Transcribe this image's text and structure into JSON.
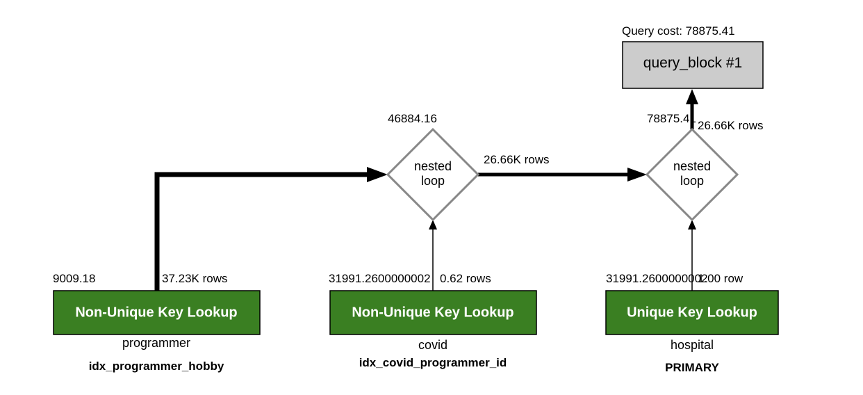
{
  "query_block": {
    "cost_label": "Query cost: 78875.41",
    "title": "query_block #1"
  },
  "nested_loops": [
    {
      "cost": "46884.16",
      "label_line1": "nested",
      "label_line2": "loop",
      "out_rows": "26.66K rows"
    },
    {
      "cost": "78875.41",
      "label_line1": "nested",
      "label_line2": "loop",
      "out_rows": "26.66K rows"
    }
  ],
  "tables": [
    {
      "access": "Non-Unique Key Lookup",
      "table": "programmer",
      "key": "idx_programmer_hobby",
      "cost": "9009.18",
      "rows": "37.23K rows"
    },
    {
      "access": "Non-Unique Key Lookup",
      "table": "covid",
      "key": "idx_covid_programmer_id",
      "cost": "31991.2600000002",
      "rows": "0.62 rows"
    },
    {
      "access": "Unique Key Lookup",
      "table": "hospital",
      "key": "PRIMARY",
      "cost": "31991.2600000002",
      "rows": "1.00 row"
    }
  ],
  "colors": {
    "access_box": "#3a7f22",
    "query_box": "#cccccc",
    "diamond_stroke": "#888888"
  }
}
